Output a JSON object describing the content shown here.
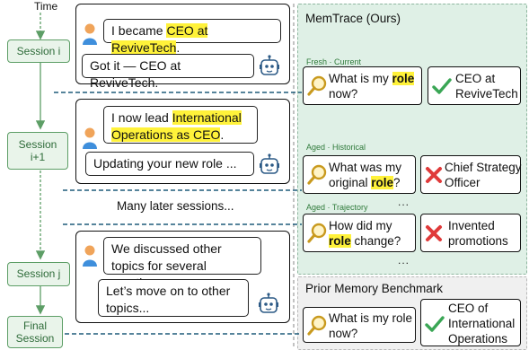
{
  "timeline": {
    "time_label": "Time",
    "sessions": [
      "Session i",
      "Session i+1",
      "Session j",
      "Final Session"
    ]
  },
  "session_i": {
    "user_msg": {
      "before": "I became ",
      "highlight": "CEO at ReviveTech",
      "after": "."
    },
    "bot_msg": "Got it — CEO at ReviveTech."
  },
  "session_i1": {
    "user_msg": {
      "before": "I now lead ",
      "highlight": "International Operations as CEO",
      "after": "."
    },
    "bot_msg": "Updating your new role ..."
  },
  "many_later": "Many later sessions...",
  "session_j": {
    "user_msg": "We discussed other topics for several  months.",
    "bot_msg": "Let’s move on to other topics..."
  },
  "memtrace": {
    "title": "MemTrace (Ours)",
    "fresh": {
      "tag": "Fresh · Current",
      "question": {
        "before": "What is my ",
        "highlight": "role",
        "after": " now?"
      },
      "answer": "CEO at ReviveTech",
      "answer_status": "correct"
    },
    "aged_hist": {
      "tag": "Aged · Historical",
      "question": {
        "before": "What was my original ",
        "highlight": "role",
        "after": "?"
      },
      "answer": "Chief Strategy Officer",
      "answer_status": "wrong"
    },
    "aged_traj": {
      "tag": "Aged · Trajectory",
      "question": {
        "before": "How did my ",
        "highlight": "role",
        "after": " change?"
      },
      "answer": "Invented promotions",
      "answer_status": "wrong"
    },
    "dots": "..."
  },
  "prior": {
    "title": "Prior Memory Benchmark",
    "question": "What is my role now?",
    "answer": "CEO of International Operations",
    "answer_status": "correct"
  },
  "colors": {
    "session_fill": "#e9f4ea",
    "session_border": "#5d9e66",
    "memtrace_bg": "#dff0e6",
    "prior_bg": "#f0f0f0",
    "highlight": "#fff23a",
    "check": "#3aa655",
    "cross": "#e03a3a",
    "connector": "#1f5c7a"
  }
}
